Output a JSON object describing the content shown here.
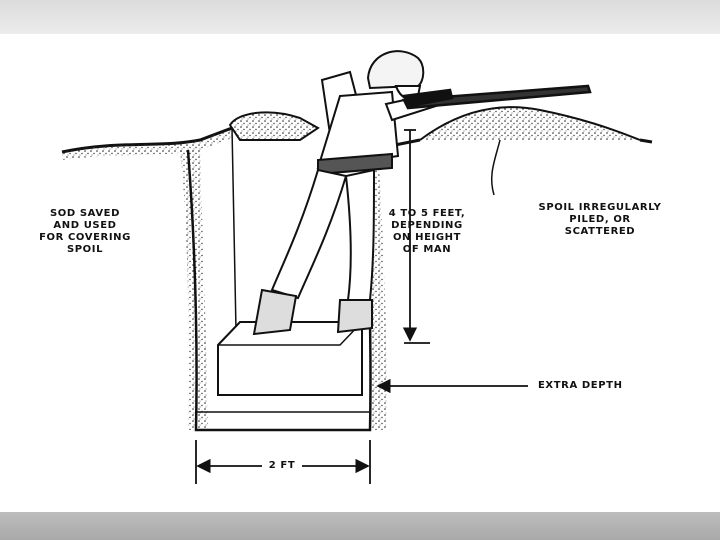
{
  "labels": {
    "sod": "SOD SAVED\nAND USED\nFOR COVERING\nSPOIL",
    "height": "4 TO 5 FEET,\nDEPENDING\nON HEIGHT\nOF MAN",
    "spoil": "SPOIL IRREGULARLY\nPILED, OR\nSCATTERED",
    "extra_depth": "EXTRA DEPTH",
    "width": "2 FT"
  }
}
